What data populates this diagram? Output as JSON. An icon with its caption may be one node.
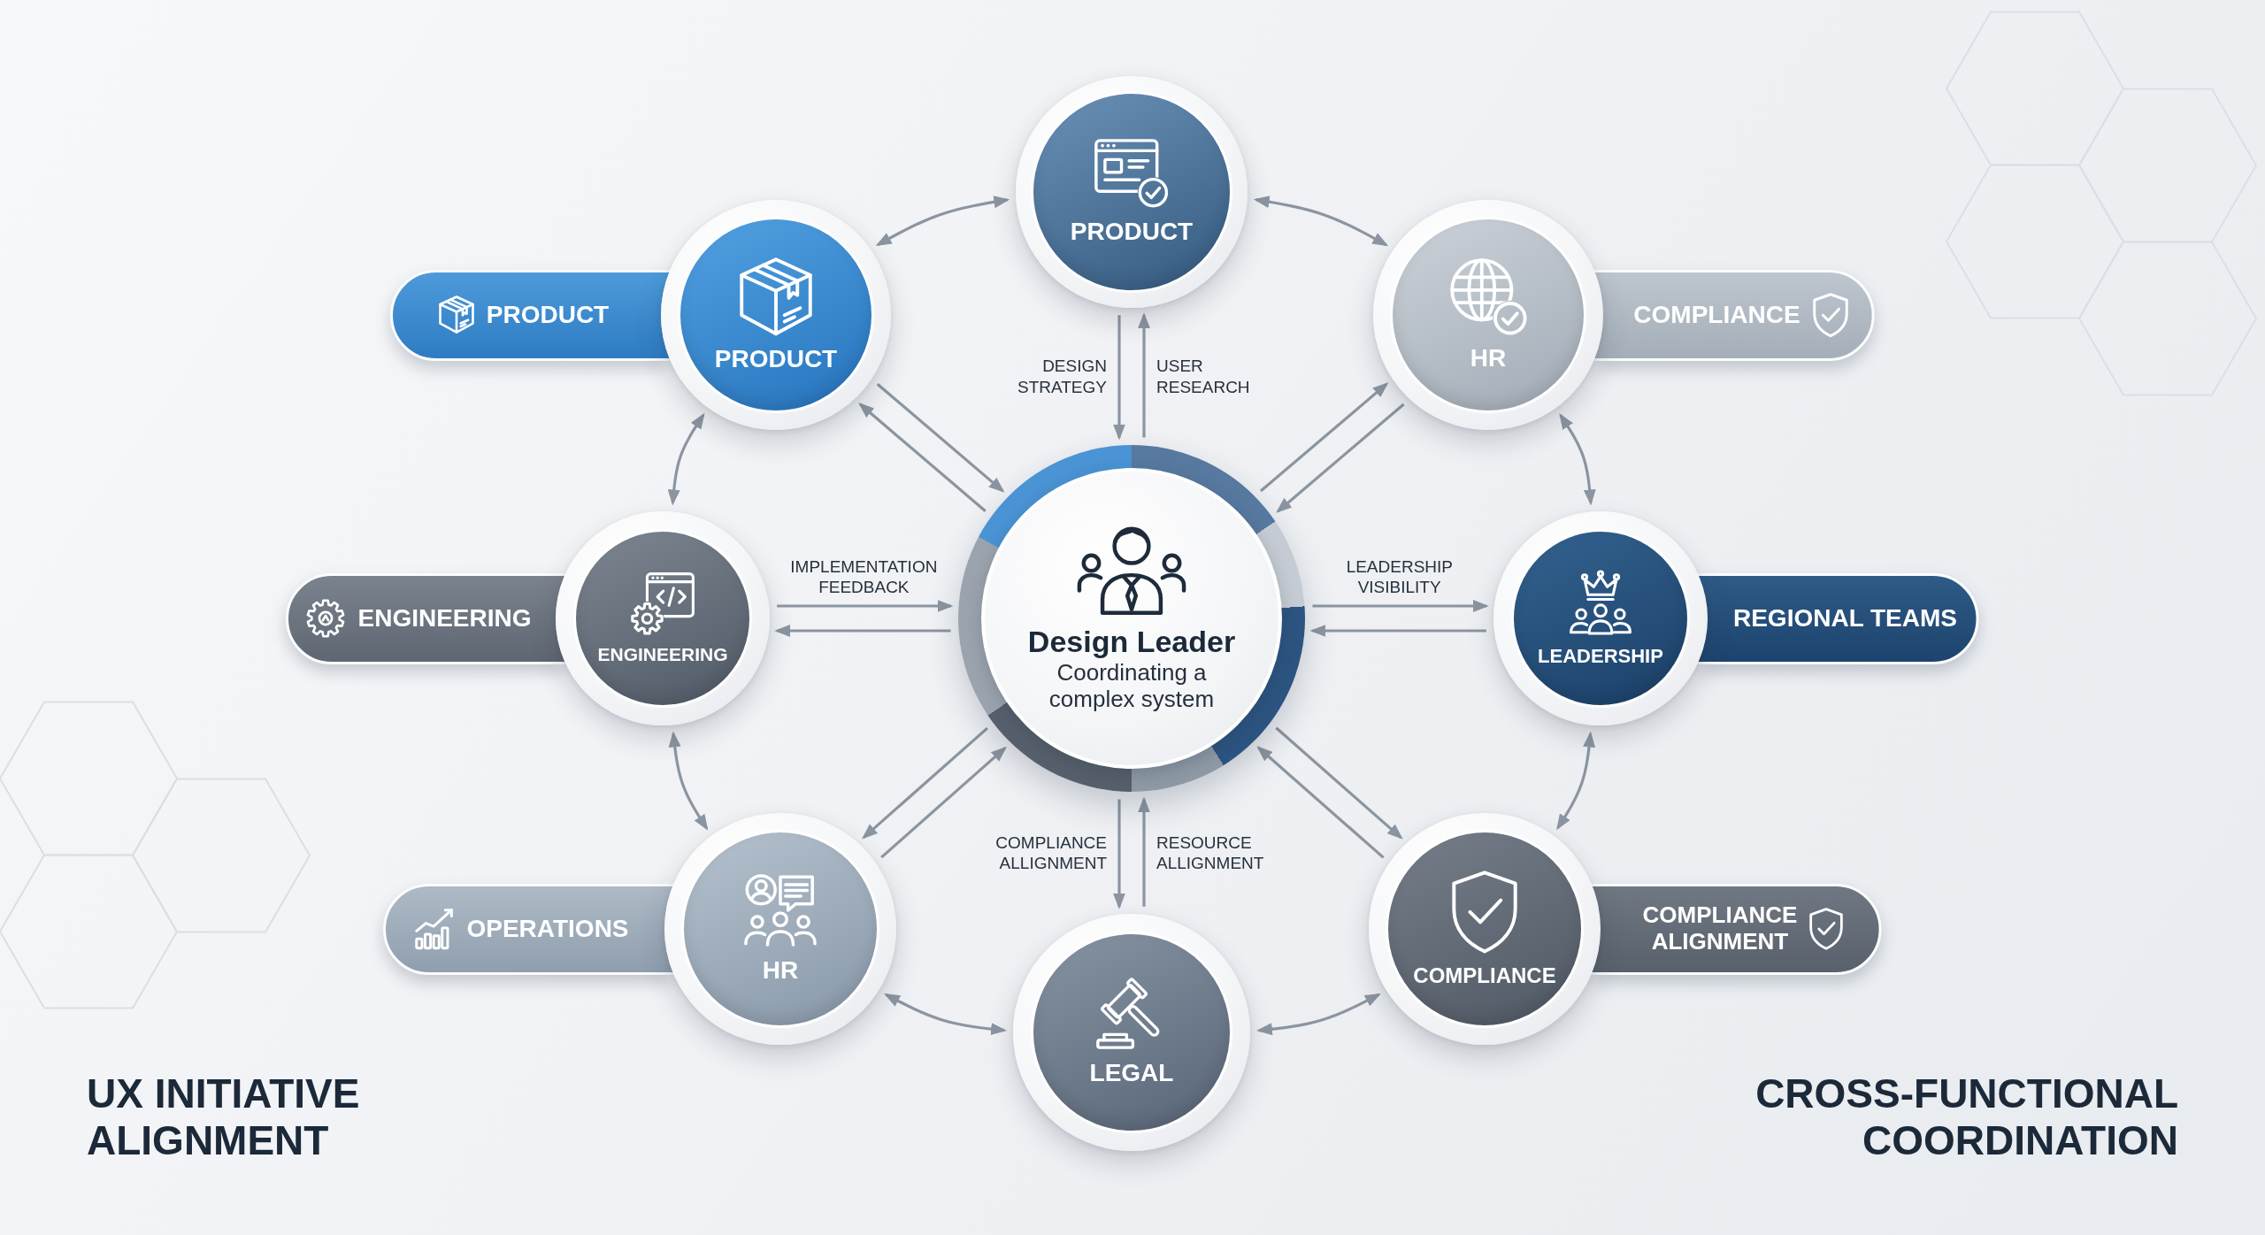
{
  "diagram": {
    "nodes": [
      {
        "text": [
          "PRODUCT"
        ]
      },
      {
        "text": [
          "PRODUCT"
        ]
      },
      {
        "text": [
          "PRODUCT"
        ]
      },
      {
        "text": [
          "HR"
        ]
      },
      {
        "text": [
          "COMPLIANCE"
        ]
      },
      {
        "text": [
          "ENGINEERING"
        ]
      },
      {
        "text": [
          "ENGINEERING"
        ]
      },
      {
        "text": [
          "Design Leader",
          "Coordinating a complex system"
        ]
      },
      {
        "text": [
          "LEADERSHIP"
        ]
      },
      {
        "text": [
          "REGIONAL TEAMS"
        ]
      },
      {
        "text": [
          "OPERATIONS"
        ]
      },
      {
        "text": [
          "HR"
        ]
      },
      {
        "text": [
          "COMPLIANCE"
        ]
      },
      {
        "text": [
          "COMPLIANCE ALIGNMENT"
        ]
      },
      {
        "text": [
          "LEGAL"
        ]
      }
    ],
    "edges": [
      {
        "from": 0,
        "to": 7,
        "arrow": "to",
        "label": "DESIGN STRATEGY"
      },
      {
        "from": 7,
        "to": 0,
        "arrow": "to",
        "label": "USER RESEARCH"
      },
      {
        "from": 2,
        "to": 7,
        "arrow": "to"
      },
      {
        "from": 7,
        "to": 2,
        "arrow": "to"
      },
      {
        "from": 7,
        "to": 3,
        "arrow": "to"
      },
      {
        "from": 3,
        "to": 7,
        "arrow": "to"
      },
      {
        "from": 6,
        "to": 7,
        "arrow": "to",
        "label": "IMPLEMENTATION FEEDBACK"
      },
      {
        "from": 7,
        "to": 6,
        "arrow": "to"
      },
      {
        "from": 7,
        "to": 8,
        "arrow": "to",
        "label": "LEADERSHIP VISIBILITY"
      },
      {
        "from": 8,
        "to": 7,
        "arrow": "to"
      },
      {
        "from": 7,
        "to": 11,
        "arrow": "to"
      },
      {
        "from": 11,
        "to": 7,
        "arrow": "to"
      },
      {
        "from": 7,
        "to": 12,
        "arrow": "to"
      },
      {
        "from": 12,
        "to": 7,
        "arrow": "to"
      },
      {
        "from": 7,
        "to": 14,
        "arrow": "to",
        "label": "COMPLIANCE ALLIGNMENT"
      },
      {
        "from": 14,
        "to": 7,
        "arrow": "to",
        "label": "RESOURCE ALLIGNMENT"
      },
      {
        "from": 2,
        "to": 0,
        "arrow": "both"
      },
      {
        "from": 0,
        "to": 3,
        "arrow": "both"
      },
      {
        "from": 3,
        "to": 8,
        "arrow": "both"
      },
      {
        "from": 8,
        "to": 12,
        "arrow": "both"
      },
      {
        "from": 12,
        "to": 14,
        "arrow": "both"
      },
      {
        "from": 14,
        "to": 11,
        "arrow": "both"
      },
      {
        "from": 11,
        "to": 6,
        "arrow": "both"
      },
      {
        "from": 6,
        "to": 2,
        "arrow": "both"
      }
    ],
    "labels": [
      "UX INITIATIVE ALIGNMENT",
      "CROSS-FUNCTIONAL COORDINATION"
    ]
  }
}
